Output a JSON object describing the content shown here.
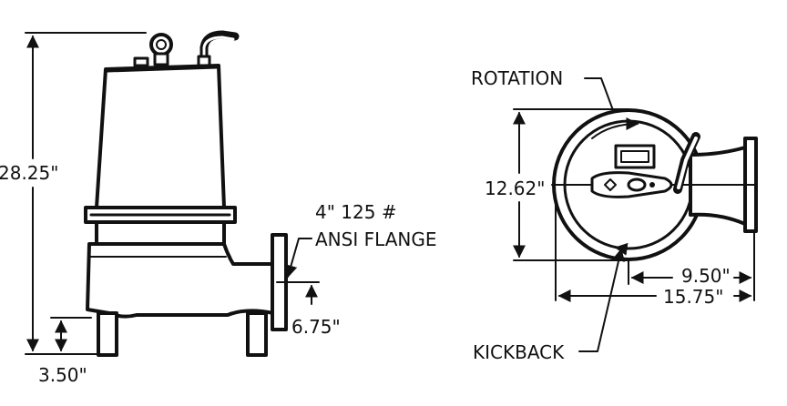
{
  "side_view": {
    "height_label": "28.25\"",
    "bottom_label": "3.50\"",
    "flange_label_line1": "4\" 125 #",
    "flange_label_line2": "ANSI FLANGE",
    "outlet_height_label": "6.75\""
  },
  "top_view": {
    "rotation_label": "ROTATION",
    "kickback_label": "KICKBACK",
    "diameter_label": "12.62\"",
    "flange_offset_label": "9.50\"",
    "overall_width_label": "15.75\""
  }
}
